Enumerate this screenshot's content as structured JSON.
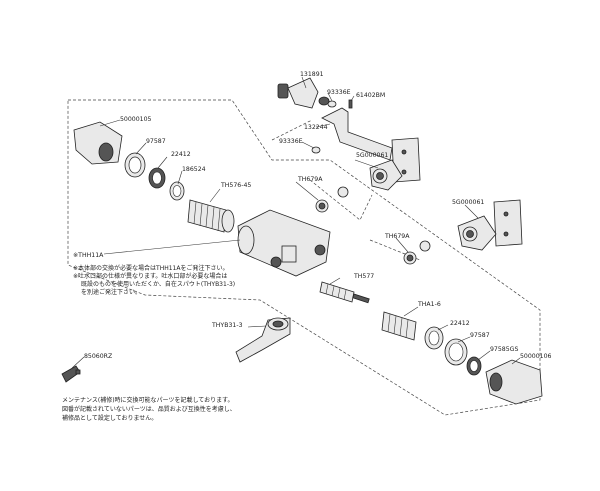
{
  "labels": {
    "p131891": "131891",
    "p93336e_top": "93336E",
    "p61402bm": "61402BM",
    "p132244": "132244",
    "p93336e_mid": "93336E",
    "p5g000061_a": "5G000061",
    "p50000105": "50000105",
    "p97587_left": "97587",
    "p22412_left": "22412",
    "p186524": "186524",
    "pth576_45": "TH576-45",
    "pth679a_left": "TH679A",
    "p5g000061_b": "5G000061",
    "pth679a_right": "TH679A",
    "pthh11a": "※THH11A",
    "pth577": "TH577",
    "ptha1_6": "THA1-6",
    "p22412_right": "22412",
    "p97587_right": "97587",
    "p97585gs": "97585GS",
    "p50000106": "50000106",
    "pthyb31_3": "THYB31-3",
    "p85060rz": "85060RZ"
  },
  "notes": {
    "n1": "※本体部の交換が必要な場合はTHH11Aをご発注下さい。",
    "n2": "※吐水口部の仕様が異なります。吐水口部が必要な場合は",
    "n3": "既設のものを使用いただくか、自在スパウト(THYB31-3)",
    "n4": "を別途ご発注下さい。"
  },
  "footer": {
    "line1": "メンテナンス(補修)時に交換可能なパーツを記載しております。",
    "line2": "図番が記載されていないパーツは、品質および互換性を考慮し、",
    "line3": "補修品として設定しておりません。"
  }
}
